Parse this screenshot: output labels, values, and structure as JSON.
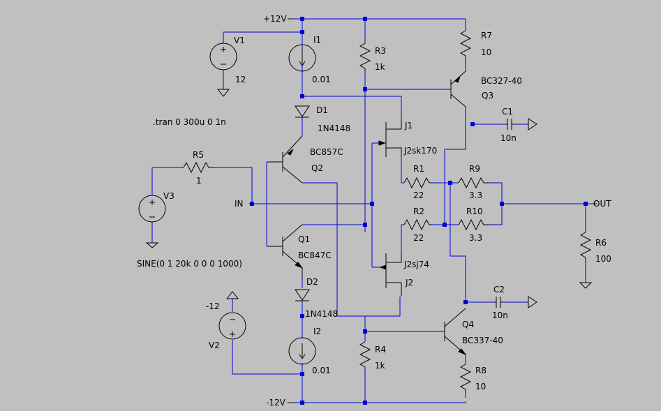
{
  "colors": {
    "background": "#c0c0c0",
    "wire": "#0000d8",
    "component": "#000000"
  },
  "nets": {
    "vpos": "+12V",
    "vneg": "-12V",
    "in": "IN",
    "out": "OUT"
  },
  "directive": ".tran 0 300u 0 1n",
  "components": {
    "V1": {
      "ref": "V1",
      "value": "12"
    },
    "V2": {
      "ref": "V2",
      "value": "-12"
    },
    "V3": {
      "ref": "V3",
      "value": "SINE(0 1 20k 0 0 0 1000)"
    },
    "I1": {
      "ref": "I1",
      "value": "0.01"
    },
    "I2": {
      "ref": "I2",
      "value": "0.01"
    },
    "D1": {
      "ref": "D1",
      "value": "1N4148"
    },
    "D2": {
      "ref": "D2",
      "value": "1N4148"
    },
    "Q1": {
      "ref": "Q1",
      "value": "BC847C"
    },
    "Q2": {
      "ref": "Q2",
      "value": "BC857C"
    },
    "Q3": {
      "ref": "Q3",
      "value": "BC327-40"
    },
    "Q4": {
      "ref": "Q4",
      "value": "BC337-40"
    },
    "J1": {
      "ref": "J1",
      "value": "J2sk170"
    },
    "J2": {
      "ref": "J2",
      "value": "J2sj74"
    },
    "R1": {
      "ref": "R1",
      "value": "22"
    },
    "R2": {
      "ref": "R2",
      "value": "22"
    },
    "R3": {
      "ref": "R3",
      "value": "1k"
    },
    "R4": {
      "ref": "R4",
      "value": "1k"
    },
    "R5": {
      "ref": "R5",
      "value": "1"
    },
    "R6": {
      "ref": "R6",
      "value": "100"
    },
    "R7": {
      "ref": "R7",
      "value": "10"
    },
    "R8": {
      "ref": "R8",
      "value": "10"
    },
    "R9": {
      "ref": "R9",
      "value": "3.3"
    },
    "R10": {
      "ref": "R10",
      "value": "3.3"
    },
    "C1": {
      "ref": "C1",
      "value": "10n"
    },
    "C2": {
      "ref": "C2",
      "value": "10n"
    }
  }
}
